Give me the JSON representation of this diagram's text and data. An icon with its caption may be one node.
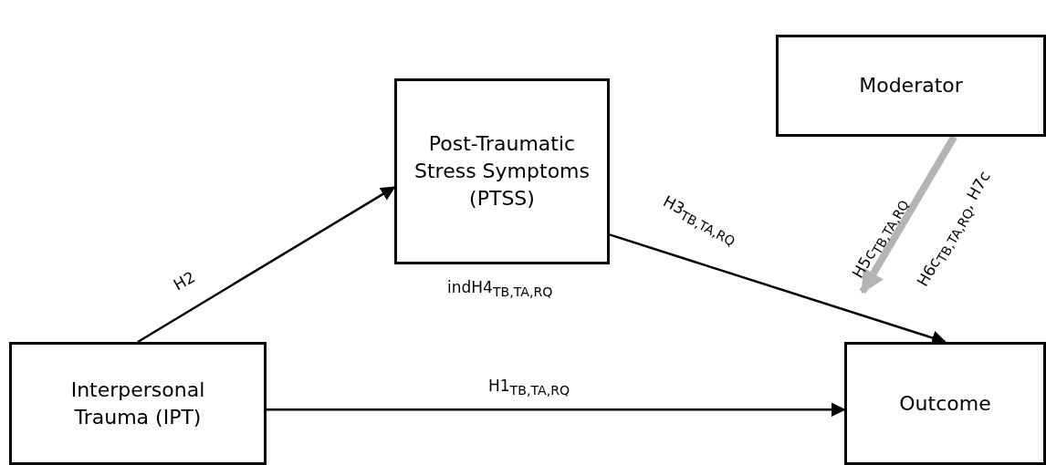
{
  "diagram": {
    "nodes": [
      {
        "text": [
          "Moderator"
        ]
      },
      {
        "text": [
          "Post-Traumatic Stress Symptoms (PTSS)"
        ],
        "beside": [
          "indH4$_{TB,TA,RQ}$"
        ]
      },
      {
        "text": [
          "Interpersonal Trauma (IPT)"
        ]
      },
      {
        "text": [
          "Outcome"
        ]
      }
    ],
    "edges": [
      {
        "from": 2,
        "to": 1,
        "arrow": "to",
        "label": "H2"
      },
      {
        "from": 1,
        "to": 3,
        "arrow": "to",
        "label": "H3$_{TB,TA,RQ}$"
      },
      {
        "from": 2,
        "to": 3,
        "arrow": "to",
        "label": "H1$_{TB,TA,RQ}$"
      },
      {
        "from": 0,
        "to": null,
        "arrow": "to",
        "label": "H5c$_{TB,TA,RQ}$",
        "style": "thick",
        "color": "#b4b4b4"
      }
    ],
    "labels": [
      "H6c$_{TB,TA,RQ}$, H7c"
    ]
  }
}
